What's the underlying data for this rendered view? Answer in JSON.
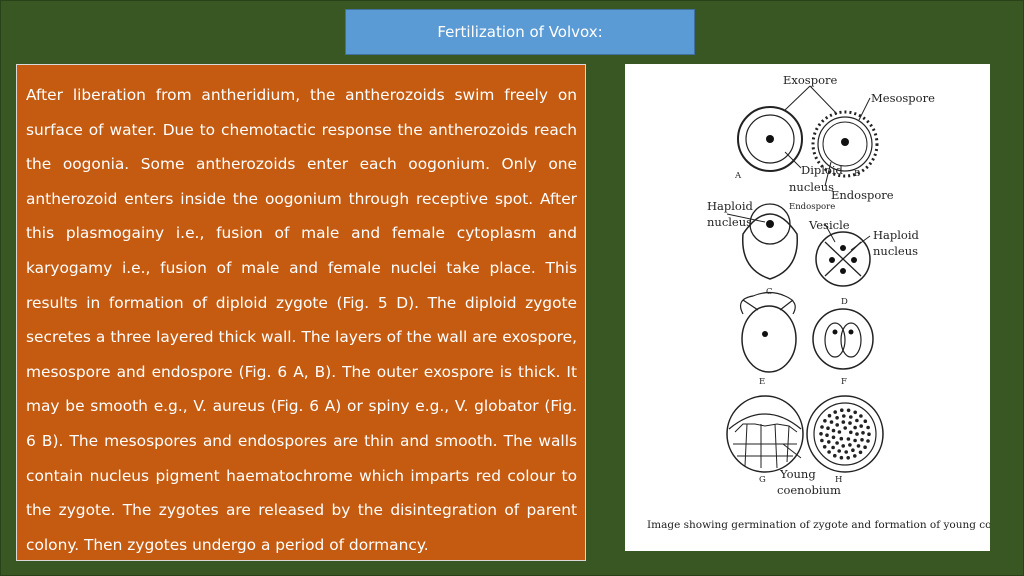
{
  "slide": {
    "title": "Fertilization of Volvox:",
    "body": "After liberation from antheridium, the antherozoids swim freely on surface of water. Due to chemotactic response the antherozoids reach the oogonia. Some antherozoids enter each oogonium. Only one antherozoid enters inside the oogonium through receptive spot. After this plasmogainy i.e., fusion of male and female cytoplasm and karyogamy i.e., fusion of male and female nuclei take place. This results in formation of diploid zygote (Fig. 5 D). The diploid zygote secretes a three layered thick wall. The layers of the wall are exospore, mesospore and endospore (Fig. 6 A, B). The outer exospore is thick. It may be smooth e.g., V. aureus (Fig. 6 A) or spiny e.g., V. globator (Fig. 6 B). The mesospores and endospores are thin and smooth. The walls contain nucleus pigment haematochrome which imparts red colour to the zygote. The zygotes are released by the disintegration of parent colony. Then zygotes undergo a period of dormancy."
  },
  "figure": {
    "labels": {
      "exospore": "Exospore",
      "mesospore": "Mesospore",
      "diploid": "Diploid",
      "nucleus_word": "nucleus",
      "endospore": "Endospore",
      "endospore_small": "Endospore",
      "haploid": "Haploid",
      "vesicle": "Vesicle",
      "young": "Young",
      "coenobium": "coenobium"
    },
    "panel_letters": [
      "A",
      "B",
      "C",
      "D",
      "E",
      "F",
      "G",
      "H"
    ],
    "caption": "Image showing germination of zygote and formation of young coenobium"
  }
}
